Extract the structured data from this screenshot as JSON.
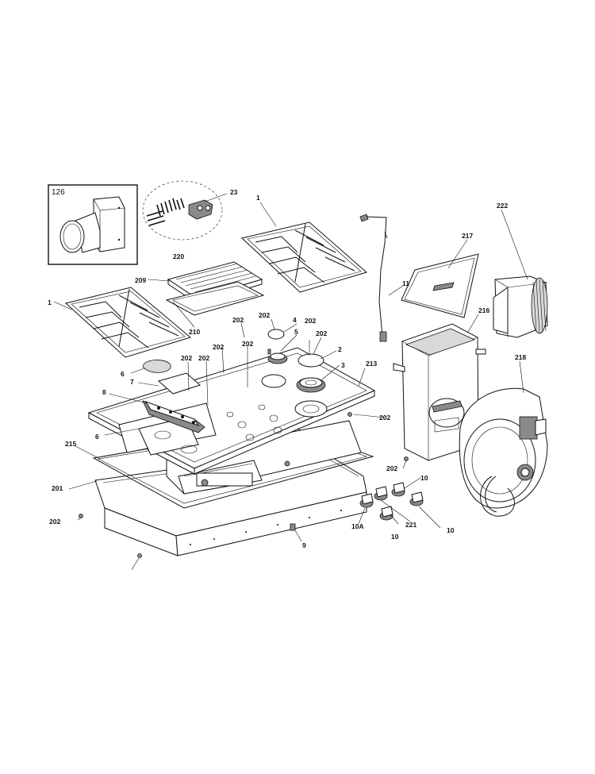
{
  "diagram": {
    "inset_label": "126",
    "callouts": {
      "c1_right": "1",
      "c1_left": "1",
      "c23": "23",
      "c220": "220",
      "c209": "209",
      "c210": "210",
      "c222": "222",
      "c217": "217",
      "c11": "11",
      "c216": "216",
      "c218": "218",
      "c202_a": "202",
      "c4": "4",
      "c202_b": "202",
      "c5": "5",
      "c202_c": "202",
      "c202_d": "202",
      "c202_e": "202",
      "c2": "2",
      "c6_top": "6",
      "c202_f": "202",
      "c202_g": "202",
      "c3": "3",
      "c213": "213",
      "c7": "7",
      "c8": "8",
      "c202_h": "202",
      "c6_bottom": "6",
      "c215": "215",
      "c202_i": "202",
      "c10_a": "10",
      "c201": "201",
      "c202_j": "202",
      "c10a": "10A",
      "c221": "221",
      "c10_b": "10",
      "c10_c": "10",
      "c9": "9",
      "c202_k": "202"
    }
  }
}
